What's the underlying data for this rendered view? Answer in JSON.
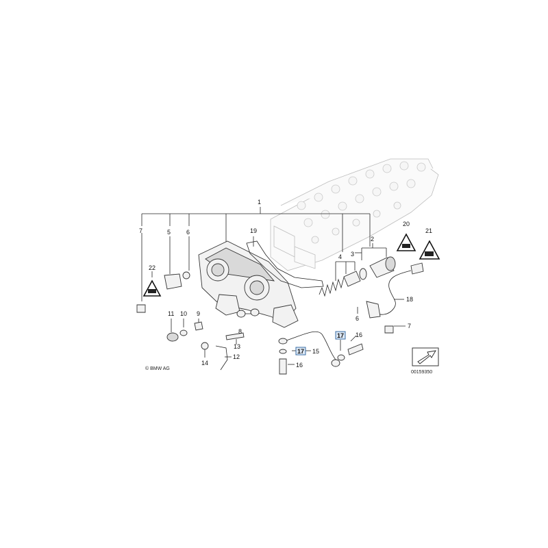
{
  "labels": {
    "l1": "1",
    "l2": "2",
    "l3": "3",
    "l4": "4",
    "l5": "5",
    "l6": "6",
    "l6b": "6",
    "l7": "7",
    "l7b": "7",
    "l8": "8",
    "l9": "9",
    "l10": "10",
    "l11": "11",
    "l12": "12",
    "l13": "13",
    "l14": "14",
    "l15": "15",
    "l16": "16",
    "l16b": "16",
    "l17": "17",
    "l17b": "17",
    "l18": "18",
    "l19": "19",
    "l20": "20",
    "l21": "21",
    "l22": "22"
  },
  "copyright": "© BMW AG",
  "diagram_number": "00159350"
}
